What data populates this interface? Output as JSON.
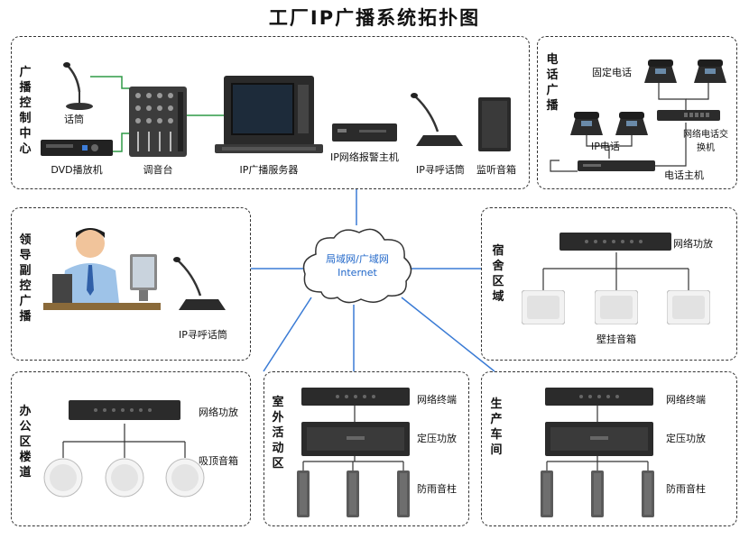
{
  "title": "工厂IP广播系统拓扑图",
  "zones": {
    "control": {
      "label": "广播控制中心",
      "devices": {
        "mic": "话筒",
        "dvd": "DVD播放机",
        "mixer": "调音台",
        "server": "IP广播服务器",
        "alarm": "IP网络报警主机",
        "paging": "IP寻呼话筒",
        "monitor": "监听音箱"
      }
    },
    "phone": {
      "label": "电话广播",
      "devices": {
        "fixed_phone": "固定电话",
        "ip_phone": "IP电话",
        "switch": "网络电话交换机",
        "host": "电话主机"
      }
    },
    "leader": {
      "label": "领导副控广播",
      "devices": {
        "paging": "IP寻呼话筒"
      }
    },
    "network": {
      "line1": "局域网/广域网",
      "line2": "Internet"
    },
    "dorm": {
      "label": "宿舍区域",
      "devices": {
        "amp": "网络功放",
        "speaker": "壁挂音箱"
      }
    },
    "office": {
      "label": "办公区楼道",
      "devices": {
        "amp": "网络功放",
        "speaker": "吸顶音箱"
      }
    },
    "outdoor": {
      "label": "室外活动区",
      "devices": {
        "terminal": "网络终端",
        "amp": "定压功放",
        "column": "防雨音柱"
      }
    },
    "production": {
      "label": "生产车间",
      "devices": {
        "terminal": "网络终端",
        "amp": "定压功放",
        "column": "防雨音柱"
      }
    }
  },
  "colors": {
    "link": "#3a7bd5",
    "local_link": "#2e9a46",
    "accent_text": "#1f66c9"
  }
}
